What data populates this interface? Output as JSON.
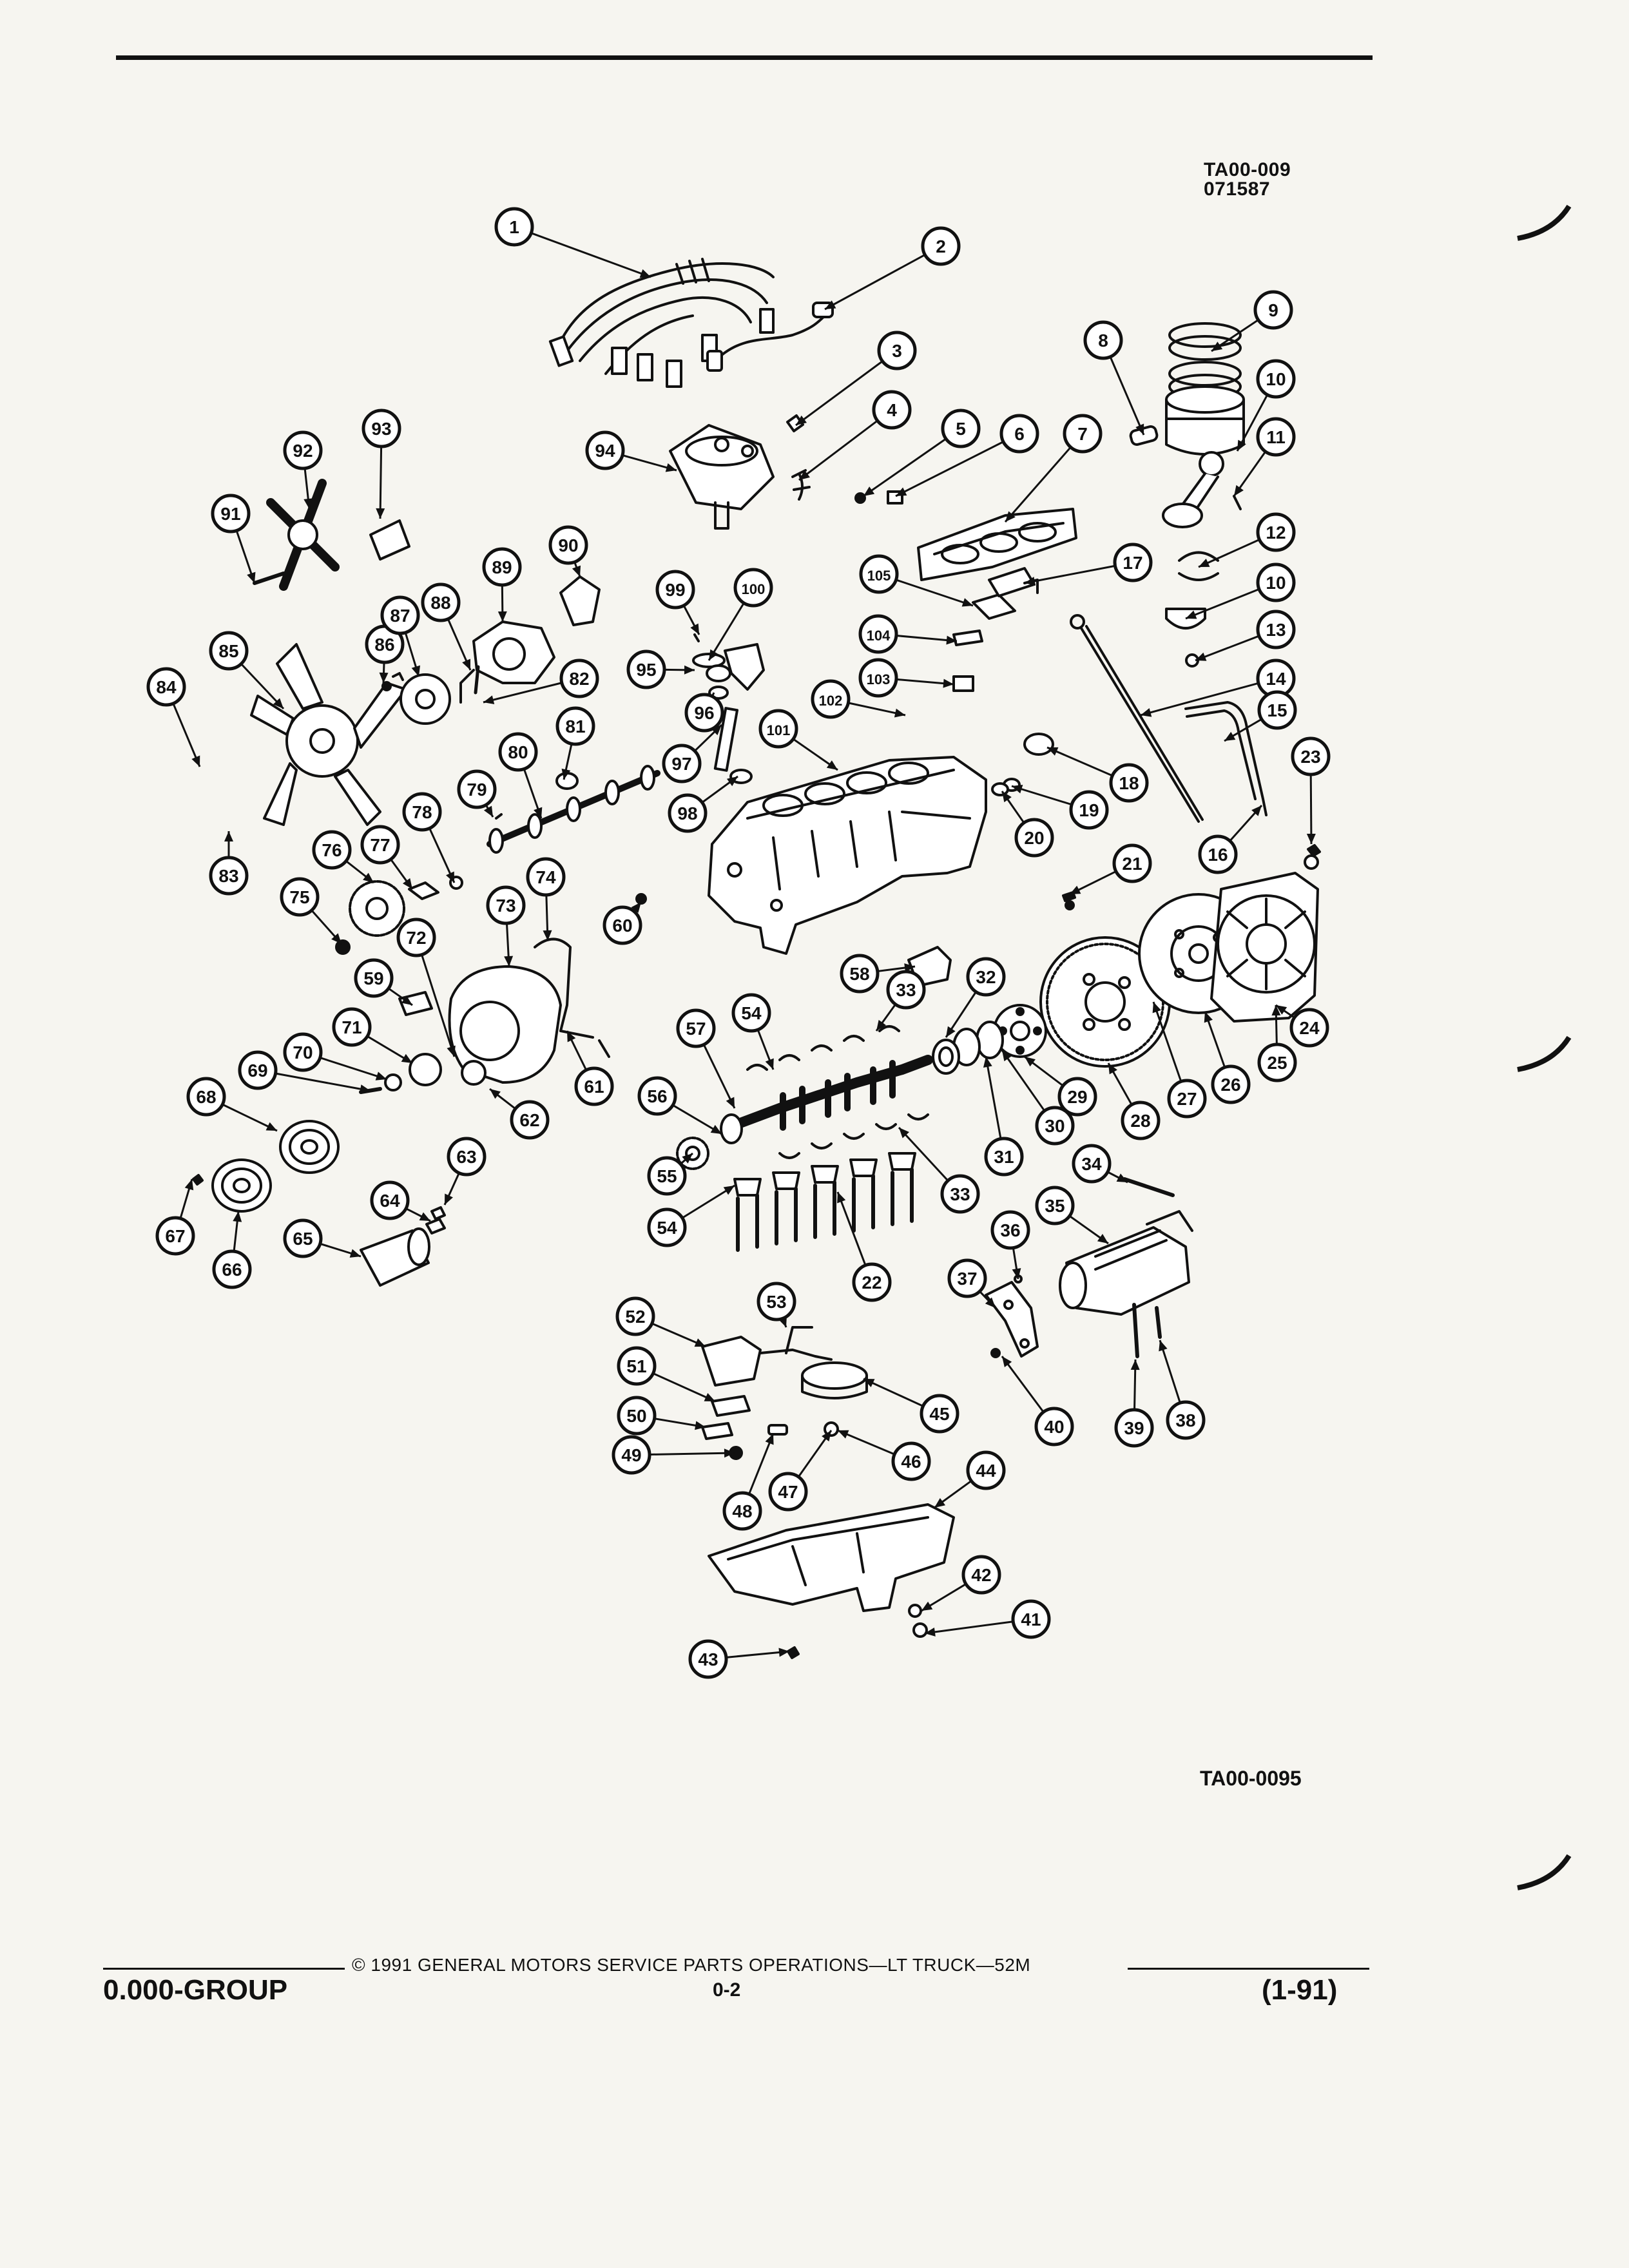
{
  "header": {
    "doc_code_1": "TA00-009",
    "doc_code_2": "071587"
  },
  "figure": {
    "figure_code": "TA00-0095",
    "callouts": [
      {
        "num": "1"
      },
      {
        "num": "2"
      },
      {
        "num": "3"
      },
      {
        "num": "4"
      },
      {
        "num": "5"
      },
      {
        "num": "6"
      },
      {
        "num": "7"
      },
      {
        "num": "8"
      },
      {
        "num": "9"
      },
      {
        "num": "10"
      },
      {
        "num": "11"
      },
      {
        "num": "12"
      },
      {
        "num": "10"
      },
      {
        "num": "13"
      },
      {
        "num": "14"
      },
      {
        "num": "15"
      },
      {
        "num": "16"
      },
      {
        "num": "17"
      },
      {
        "num": "18"
      },
      {
        "num": "19"
      },
      {
        "num": "20"
      },
      {
        "num": "21"
      },
      {
        "num": "22"
      },
      {
        "num": "23"
      },
      {
        "num": "24"
      },
      {
        "num": "25"
      },
      {
        "num": "26"
      },
      {
        "num": "27"
      },
      {
        "num": "28"
      },
      {
        "num": "29"
      },
      {
        "num": "30"
      },
      {
        "num": "31"
      },
      {
        "num": "32"
      },
      {
        "num": "33"
      },
      {
        "num": "33"
      },
      {
        "num": "34"
      },
      {
        "num": "35"
      },
      {
        "num": "36"
      },
      {
        "num": "37"
      },
      {
        "num": "38"
      },
      {
        "num": "39"
      },
      {
        "num": "40"
      },
      {
        "num": "41"
      },
      {
        "num": "42"
      },
      {
        "num": "43"
      },
      {
        "num": "44"
      },
      {
        "num": "45"
      },
      {
        "num": "46"
      },
      {
        "num": "47"
      },
      {
        "num": "48"
      },
      {
        "num": "49"
      },
      {
        "num": "50"
      },
      {
        "num": "51"
      },
      {
        "num": "52"
      },
      {
        "num": "53"
      },
      {
        "num": "54"
      },
      {
        "num": "54"
      },
      {
        "num": "55"
      },
      {
        "num": "56"
      },
      {
        "num": "57"
      },
      {
        "num": "58"
      },
      {
        "num": "59"
      },
      {
        "num": "60"
      },
      {
        "num": "61"
      },
      {
        "num": "62"
      },
      {
        "num": "63"
      },
      {
        "num": "64"
      },
      {
        "num": "65"
      },
      {
        "num": "66"
      },
      {
        "num": "67"
      },
      {
        "num": "68"
      },
      {
        "num": "69"
      },
      {
        "num": "70"
      },
      {
        "num": "71"
      },
      {
        "num": "72"
      },
      {
        "num": "73"
      },
      {
        "num": "74"
      },
      {
        "num": "75"
      },
      {
        "num": "76"
      },
      {
        "num": "77"
      },
      {
        "num": "78"
      },
      {
        "num": "79"
      },
      {
        "num": "80"
      },
      {
        "num": "81"
      },
      {
        "num": "82"
      },
      {
        "num": "83"
      },
      {
        "num": "84"
      },
      {
        "num": "85"
      },
      {
        "num": "86"
      },
      {
        "num": "87"
      },
      {
        "num": "88"
      },
      {
        "num": "89"
      },
      {
        "num": "90"
      },
      {
        "num": "91"
      },
      {
        "num": "92"
      },
      {
        "num": "93"
      },
      {
        "num": "94"
      },
      {
        "num": "95"
      },
      {
        "num": "96"
      },
      {
        "num": "97"
      },
      {
        "num": "98"
      },
      {
        "num": "99"
      },
      {
        "num": "100"
      },
      {
        "num": "101"
      },
      {
        "num": "102"
      },
      {
        "num": "103"
      },
      {
        "num": "104"
      },
      {
        "num": "105"
      }
    ]
  },
  "footer": {
    "group": "0.000-GROUP",
    "copyright": "© 1991 GENERAL MOTORS SERVICE PARTS OPERATIONS—LT TRUCK—52M",
    "page_number": "0-2",
    "revision": "(1-91)"
  }
}
